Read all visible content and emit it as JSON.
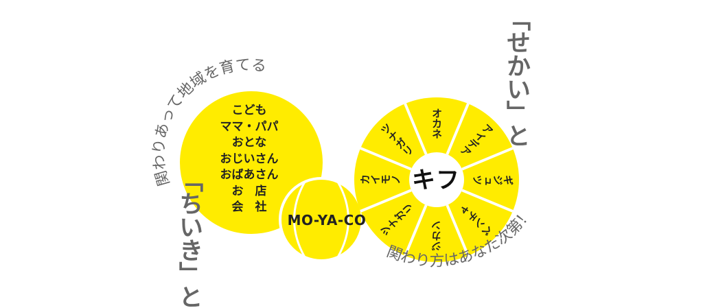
{
  "colors": {
    "yellow": "#ffec00",
    "dark_text": "#222222",
    "gray_text": "#666666",
    "spoke": "#ffffff"
  },
  "local": {
    "title": "「ちいき」と",
    "arc_caption": "関わりあって地域を育てる",
    "members": [
      "こども",
      "ママ・パパ",
      "おとな",
      "おじいさん",
      "おばあさん",
      "お　店",
      "会　社"
    ]
  },
  "center": {
    "label": "MO-YA-CO"
  },
  "world": {
    "title": "「せかい」と",
    "arc_caption": "関わり方はあなた次第！",
    "hub_label": "キフ",
    "spokes": [
      "オカネ",
      "アイデア",
      "ギジュツ",
      "ベンチャ",
      "ジカン",
      "ツナガリ",
      "カイモノ",
      "ツナガリ"
    ]
  }
}
